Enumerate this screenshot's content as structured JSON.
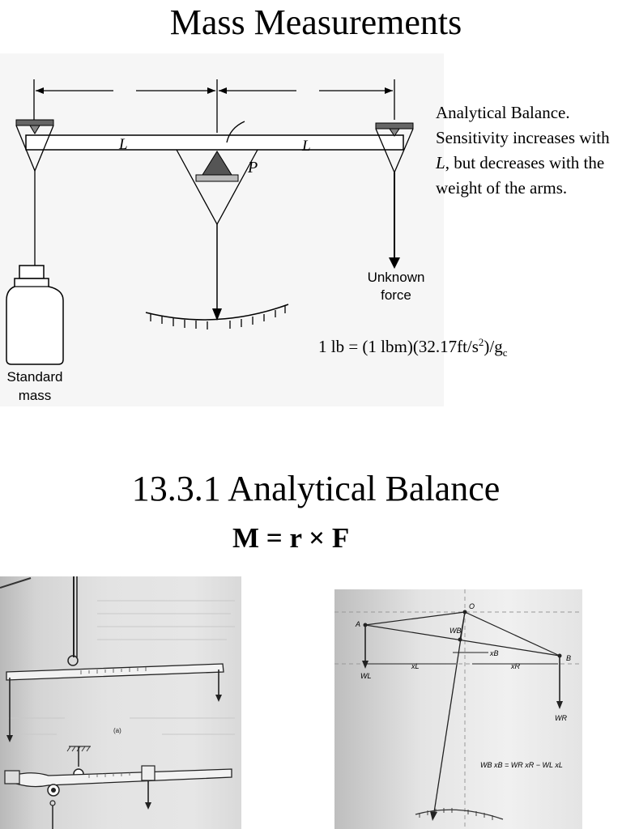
{
  "slide": {
    "title": "Mass Measurements",
    "section_heading": "13.3.1 Analytical Balance",
    "equation": "M = r × F"
  },
  "balance_figure": {
    "label_L_left": "L",
    "label_L_right": "L",
    "label_pivot": "P",
    "unknown_line1": "Unknown",
    "unknown_line2": "force",
    "standard_line1": "Standard",
    "standard_line2": "mass"
  },
  "caption": {
    "text_before": "Analytical Balance. Sensitivity increases with ",
    "text_italic": "L",
    "text_after": ", but decreases with the weight of the arms."
  },
  "formula": {
    "part1": "1 lb = (1 lbm)(32.17ft/s",
    "sup": "2",
    "part2": ")/g",
    "sub": "c"
  },
  "diagram_b": {
    "label_O": "O",
    "label_A": "A",
    "label_B": "B",
    "label_WB": "WB",
    "label_xB": "xB",
    "label_xL": "xL",
    "label_xR": "xR",
    "label_WL": "WL",
    "label_WR": "WR",
    "equation": "WB xB = WR xR − WL xL"
  },
  "diagram_a": {
    "label_a": "(a)"
  }
}
